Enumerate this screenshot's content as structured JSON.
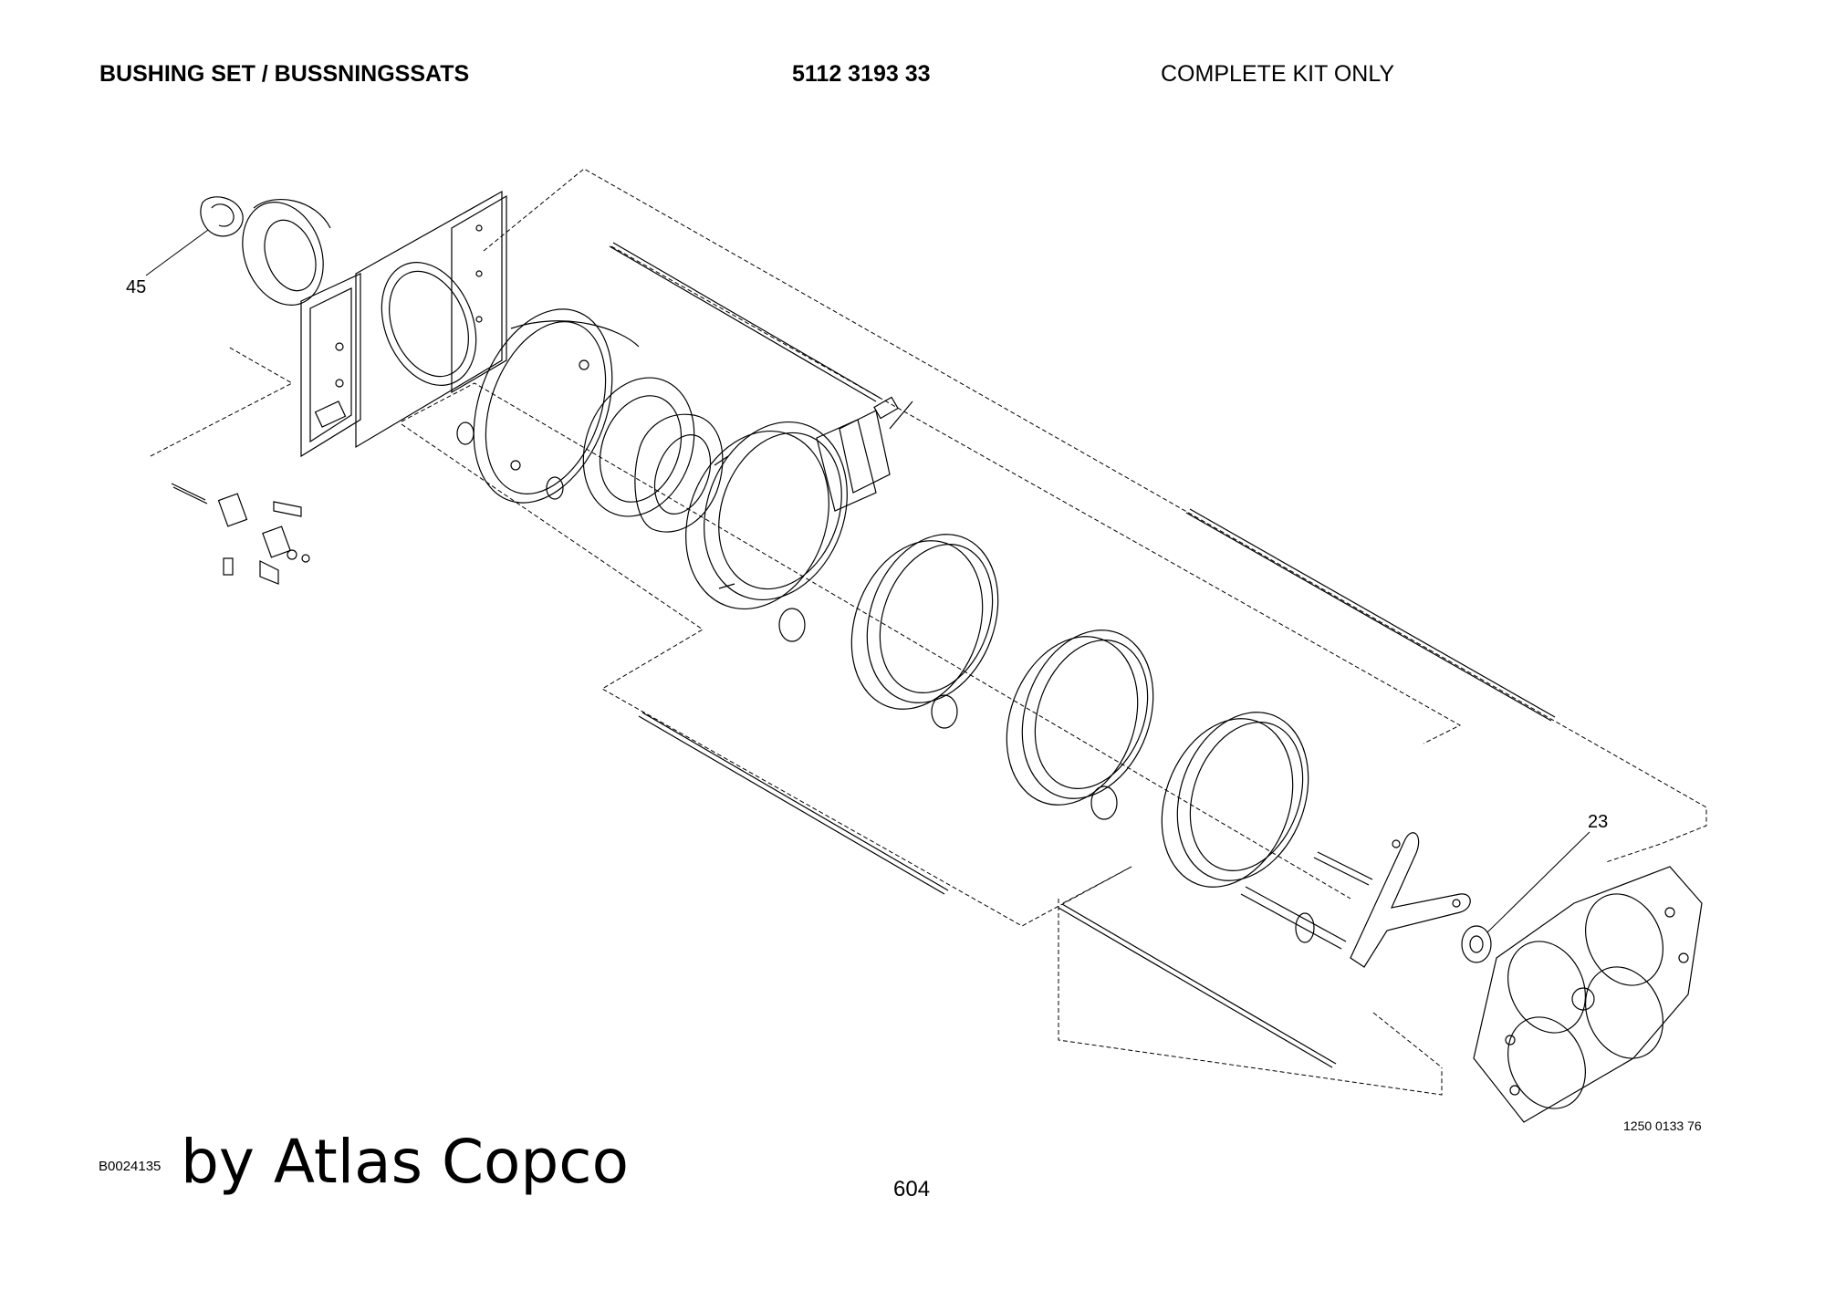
{
  "header": {
    "title": "BUSHING SET / BUSSNINGSSATS",
    "part_number": "5112 3193 33",
    "note": "COMPLETE KIT ONLY"
  },
  "diagram": {
    "callouts": [
      {
        "id": "45",
        "label": "45"
      },
      {
        "id": "23",
        "label": "23"
      }
    ],
    "drawing_number": "1250 0133 76"
  },
  "footer": {
    "page_code": "B0024135",
    "brand": "by Atlas Copco",
    "page_number": "604"
  }
}
